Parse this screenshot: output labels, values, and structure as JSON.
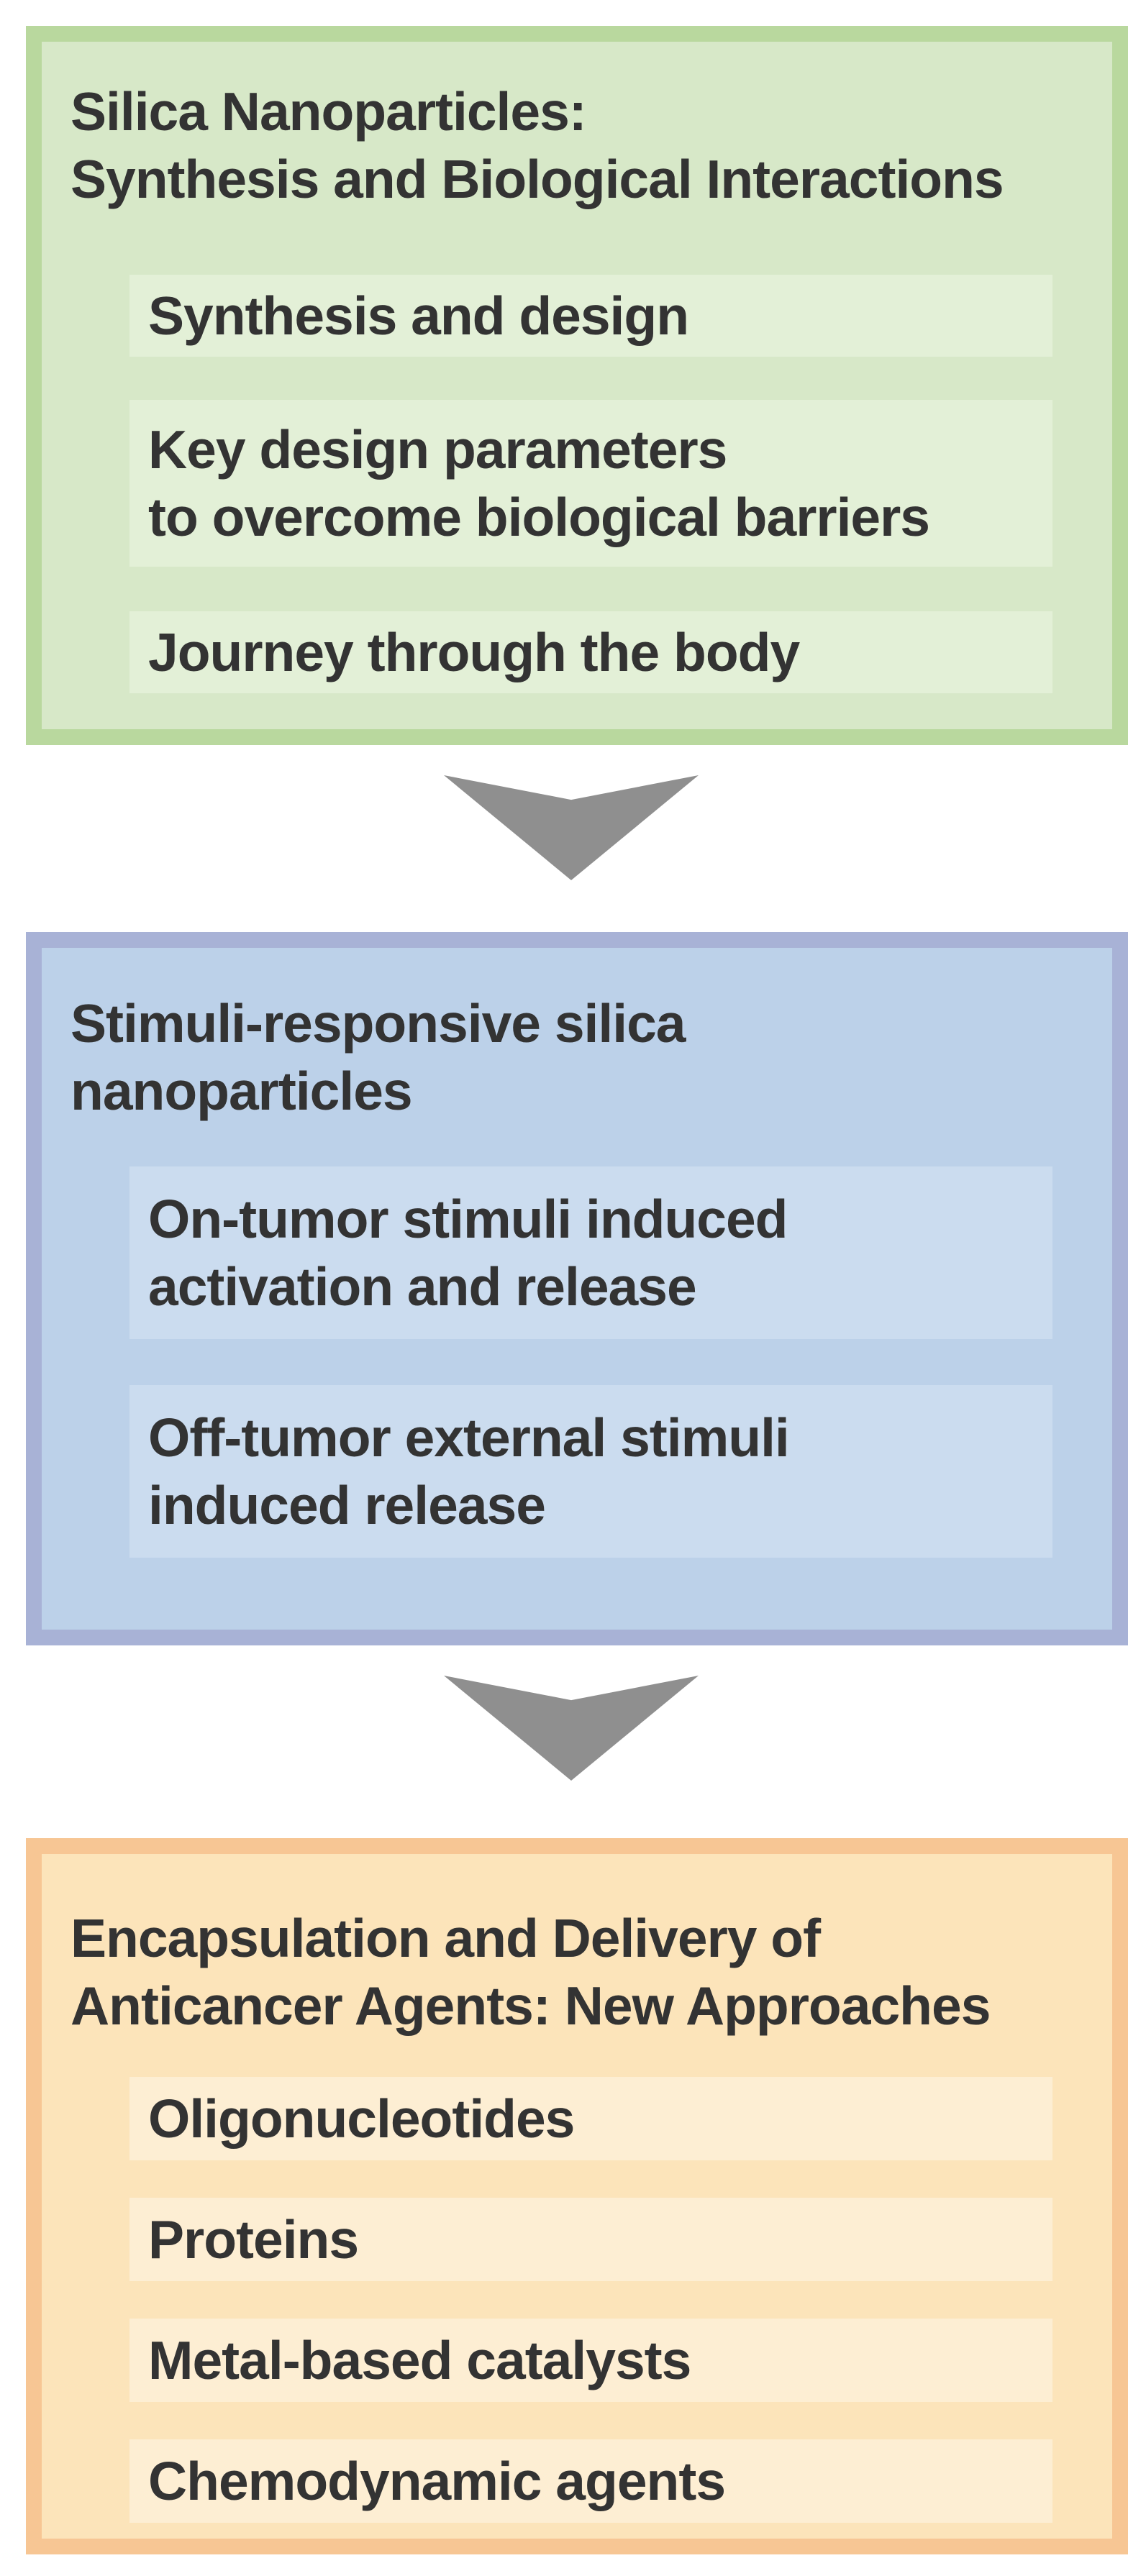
{
  "figure": {
    "type": "flow-diagram",
    "direction": "top-to-bottom",
    "description": "Three stacked colored boxes connected by downward chevron arrows"
  },
  "colors": {
    "page-bg": "#ffffff",
    "text": "#333333",
    "arrow": "#8f8f8f",
    "green-border": "#b9d89e",
    "green-fill": "#d7e8c8",
    "green-item": "#e3f0d7",
    "blue-border": "#a8b2d6",
    "blue-fill": "#bcd1e9",
    "blue-item": "#cbdcef",
    "orange-border": "#f7c694",
    "orange-fill": "#fce4ba",
    "orange-item": "#fdeed3"
  },
  "sections": [
    {
      "id": "silica-nanoparticles",
      "color_theme": "green",
      "title": "Silica Nanoparticles:\nSynthesis and Biological Interactions",
      "items": [
        "Synthesis and design",
        "Key design parameters\nto overcome biological barriers",
        "Journey through the body"
      ]
    },
    {
      "id": "stimuli-responsive",
      "color_theme": "blue",
      "title": "Stimuli-responsive silica\nnanoparticles",
      "items": [
        "On-tumor stimuli induced\nactivation and release",
        "Off-tumor external stimuli\ninduced release"
      ]
    },
    {
      "id": "encapsulation-delivery",
      "color_theme": "orange",
      "title": "Encapsulation and Delivery of\nAnticancer Agents: New Approaches",
      "items": [
        "Oligonucleotides",
        "Proteins",
        "Metal-based catalysts",
        "Chemodynamic agents"
      ]
    }
  ],
  "arrows": [
    {
      "name": "down-arrow-1"
    },
    {
      "name": "down-arrow-2"
    }
  ]
}
